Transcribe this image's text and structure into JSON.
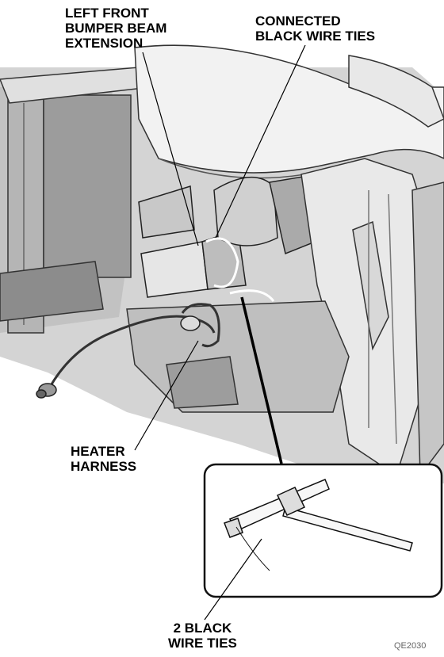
{
  "labels": {
    "bumper_beam": [
      "LEFT FRONT",
      "BUMPER BEAM",
      "EXTENSION"
    ],
    "connected_ties": [
      "CONNECTED",
      "BLACK WIRE TIES"
    ],
    "heater_harness": [
      "HEATER",
      "HARNESS"
    ],
    "black_ties": [
      "2 BLACK",
      "WIRE TIES"
    ]
  },
  "figure_code": "QE2030",
  "colors": {
    "background": "#ffffff",
    "line": "#000000",
    "component_fill": "#e6e6e6",
    "shadow": "#9a9a9a"
  }
}
